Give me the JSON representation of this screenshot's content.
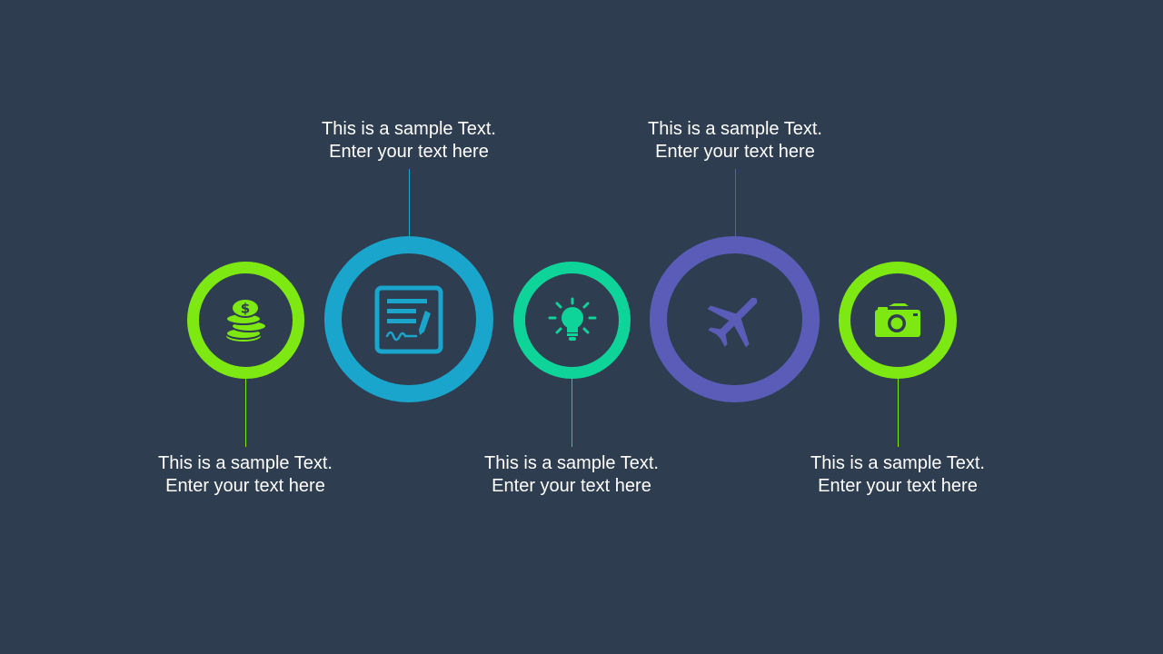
{
  "colors": {
    "background": "#2e3d50",
    "lime": "#7de812",
    "blue": "#1aa5cc",
    "teal": "#0fd49a",
    "indigo": "#5b5cb8"
  },
  "items": [
    {
      "icon": "coins-icon",
      "color": "#7de812",
      "line1": "This is a sample Text.",
      "line2": "Enter your text here"
    },
    {
      "icon": "signed-document-icon",
      "color": "#1aa5cc",
      "line1": "This is a sample Text.",
      "line2": "Enter your text here"
    },
    {
      "icon": "lightbulb-icon",
      "color": "#0fd49a",
      "line1": "This is a sample Text.",
      "line2": "Enter your text here"
    },
    {
      "icon": "airplane-icon",
      "color": "#5b5cb8",
      "line1": "This is a sample Text.",
      "line2": "Enter your text here"
    },
    {
      "icon": "camera-icon",
      "color": "#7de812",
      "line1": "This is a sample Text.",
      "line2": "Enter your text here"
    }
  ]
}
